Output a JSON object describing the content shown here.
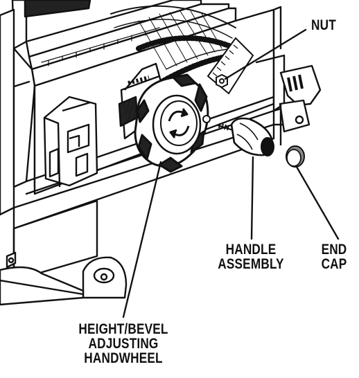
{
  "labels": {
    "nut": "NUT",
    "handle_assembly": [
      "HANDLE",
      "ASSEMBLY"
    ],
    "end_cap": [
      "END",
      "CAP"
    ],
    "handwheel": [
      "HEIGHT/BEVEL",
      "ADJUSTING",
      "HANDWHEEL"
    ]
  },
  "colors": {
    "ink": "#111111",
    "paper": "#ffffff",
    "shadow_gray": "#8a8a8a"
  },
  "icons": {
    "handwheel_center": "lock-arrow-icon"
  }
}
